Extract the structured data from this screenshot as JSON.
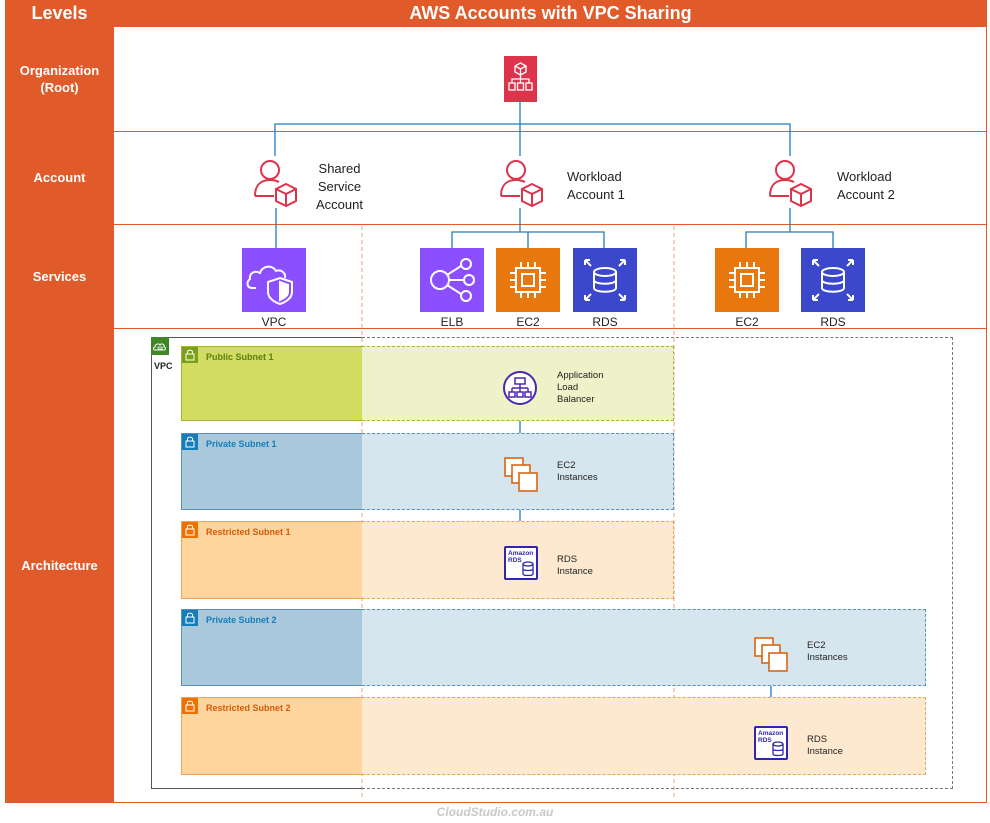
{
  "header": {
    "levels_title": "Levels",
    "main_title": "AWS Accounts with VPC Sharing"
  },
  "levels": {
    "organization": "Organization\n(Root)",
    "account": "Account",
    "services": "Services",
    "architecture": "Architecture"
  },
  "accounts": {
    "shared": "Shared\nService\nAccount",
    "workload1": "Workload\nAccount 1",
    "workload2": "Workload\nAccount 2"
  },
  "services": {
    "vpc": "VPC",
    "elb": "ELB",
    "ec2_1": "EC2",
    "rds_1": "RDS",
    "ec2_2": "EC2",
    "rds_2": "RDS"
  },
  "architecture": {
    "vpc_label": "VPC",
    "public_subnet_1": "Public Subnet 1",
    "private_subnet_1": "Private Subnet 1",
    "restricted_subnet_1": "Restricted Subnet 1",
    "private_subnet_2": "Private Subnet 2",
    "restricted_subnet_2": "Restricted Subnet 2",
    "alb": "Application\nLoad\nBalancer",
    "ec2_instances_1": "EC2\nInstances",
    "rds_instance_1": "RDS\nInstance",
    "ec2_instances_2": "EC2\nInstances",
    "rds_instance_2": "RDS\nInstance",
    "amazon_rds_text": "Amazon\nRDS"
  },
  "footer": "CloudStudio.com.au",
  "colors": {
    "level_bg": "#E05A2A",
    "aws_red": "#DD344C",
    "compute_orange": "#E8770E",
    "database_blue": "#3B48CC",
    "network_purple": "#8C4FFF",
    "public_green": "#D1DC60",
    "private_blue": "#A9C8DC",
    "restricted_orange": "#FFD59E"
  }
}
